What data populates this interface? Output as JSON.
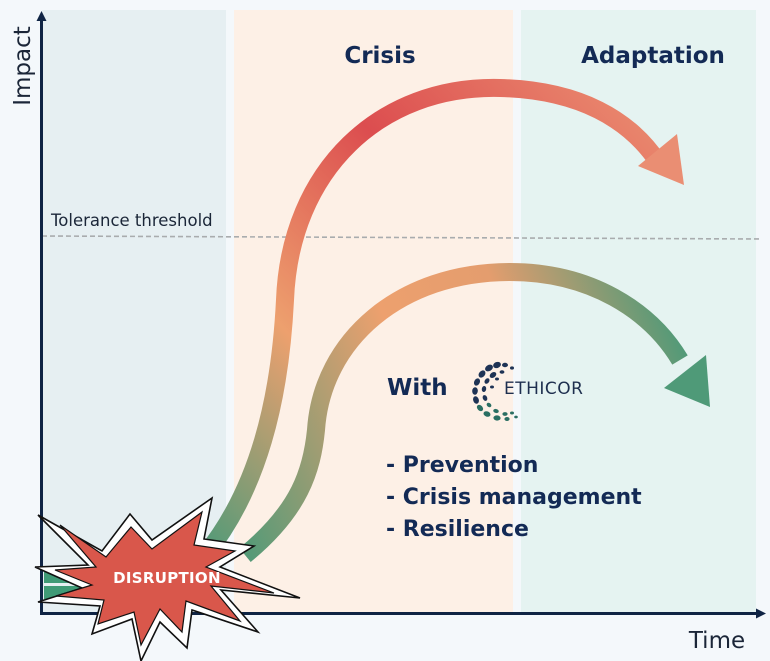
{
  "axes": {
    "y_label": "Impact",
    "x_label": "Time"
  },
  "phases": [
    {
      "id": "pre",
      "title": "",
      "color": "#e6eff2"
    },
    {
      "id": "crisis",
      "title": "Crisis",
      "color": "#fdf0e6"
    },
    {
      "id": "adaptation",
      "title": "Adaptation",
      "color": "#e5f3f1"
    }
  ],
  "threshold": {
    "label": "Tolerance threshold",
    "line_color": "#a9acae"
  },
  "curves": [
    {
      "id": "without",
      "description": "Impact curve without Ethicor (exceeds tolerance threshold)",
      "colors": [
        "#4f9a78",
        "#eda06e",
        "#dc4d4f",
        "#ea8e73"
      ]
    },
    {
      "id": "with",
      "description": "Impact curve with Ethicor (stays below tolerance threshold)",
      "colors": [
        "#4f9a78",
        "#eda06e",
        "#4f9a78"
      ]
    }
  ],
  "solution": {
    "with_label": "With",
    "brand_name": "ETHICOR",
    "benefits": [
      "- Prevention",
      "- Crisis management",
      "- Resilience"
    ]
  },
  "event": {
    "label": "DISRUPTION",
    "color": "#d9574b"
  },
  "colors": {
    "axis": "#0f2444",
    "text_dark": "#132a55",
    "logo_navy": "#1e3355",
    "logo_teal": "#2a6e62"
  }
}
